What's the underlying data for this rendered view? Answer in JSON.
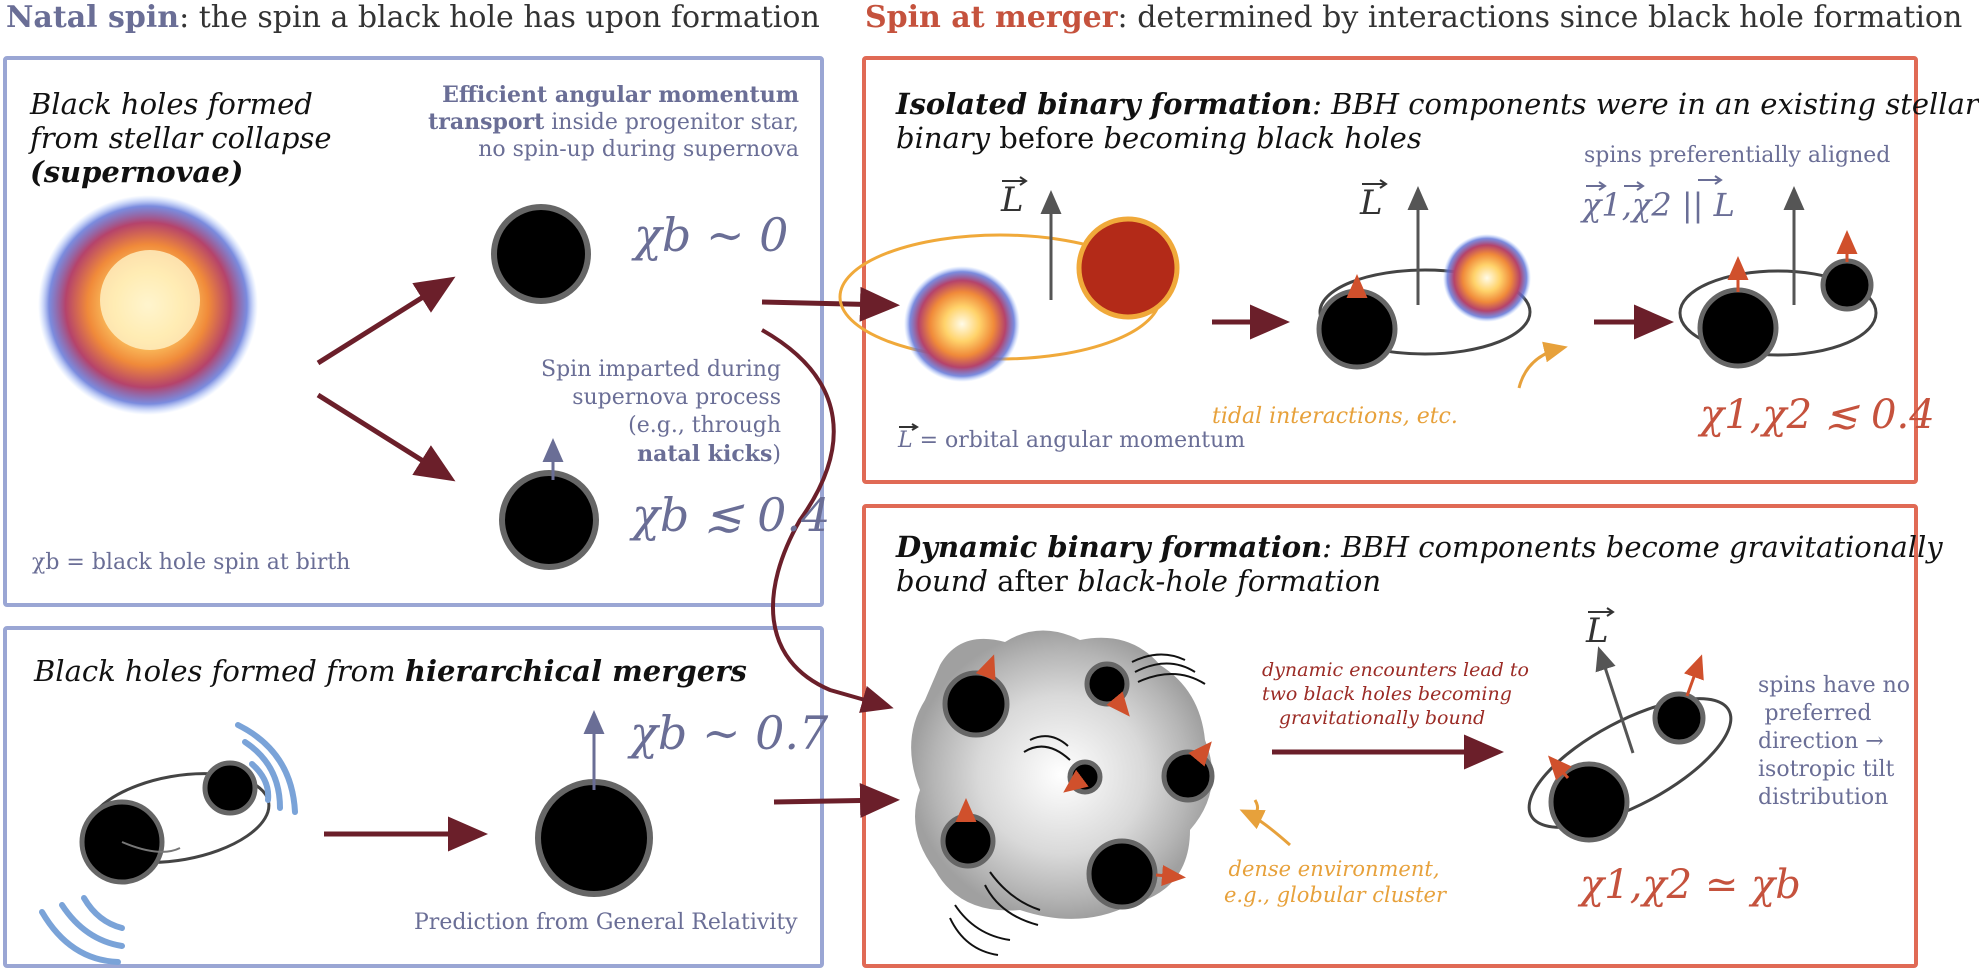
{
  "header": {
    "natal_bold": "Natal spin",
    "natal_rest": ": the spin a black hole has upon formation",
    "merger_bold": "Spin at merger",
    "merger_rest": ": determined by interactions since black hole formation"
  },
  "natal_box": {
    "title_line1": "Black holes formed",
    "title_line2": "from stellar collapse",
    "title_line3": "(supernovae)",
    "eff_line1": "Efficient angular momentum",
    "eff_line2_bold": "transport",
    "eff_line2_rest": " inside progenitor star,",
    "eff_line3": "no spin-up during supernova",
    "chi_zero": "χb ∼ 0",
    "imp_line1": "Spin imparted during",
    "imp_line2": "supernova process",
    "imp_line3": "(e.g., through",
    "imp_line4_bold": "natal kicks",
    "imp_line4_rest": ")",
    "chi_04": "χb ≲ 0.4",
    "footnote": "χb = black hole spin at birth"
  },
  "hier_box": {
    "title_pre": "Black holes formed from ",
    "title_bold": "hierarchical mergers",
    "chi_07": "χb ∼ 0.7",
    "caption": "Prediction from General Relativity"
  },
  "isolated_box": {
    "title_bold": "Isolated binary formation",
    "title_rest_line1": ": BBH components were in an existing stellar",
    "title_line2_it1": "binary",
    "title_line2_mid": " before ",
    "title_line2_it2": "becoming black holes",
    "L_label": "L",
    "L_footnote": "= orbital angular momentum",
    "tidal": "tidal interactions, etc.",
    "aligned": "spins preferentially aligned",
    "aligned_eq": "χ1,χ2 || L",
    "result": "χ1,χ2 ≲ 0.4"
  },
  "dynamic_box": {
    "title_bold": "Dynamic binary formation",
    "title_rest_line1": ": BBH components become gravitationally",
    "title_line2_it1": "bound",
    "title_line2_mid": " after ",
    "title_line2_it2": "black-hole formation",
    "enc_line1": "dynamic encounters lead to",
    "enc_line2": "two black holes becoming",
    "enc_line3": "gravitationally bound",
    "dense_line1": "dense environment,",
    "dense_line2": "e.g., globular cluster",
    "nopref_line1": "spins have no",
    "nopref_line2": "preferred",
    "nopref_line3": "direction →",
    "nopref_line4": "isotropic tilt",
    "nopref_line5": "distribution",
    "result": "χ1,χ2 ≃ χb"
  },
  "colors": {
    "blue_border": "#9aa6d4",
    "red_border": "#e06a55",
    "arrow": "#6b1f2a",
    "spin_arrow": "#d0502c"
  }
}
